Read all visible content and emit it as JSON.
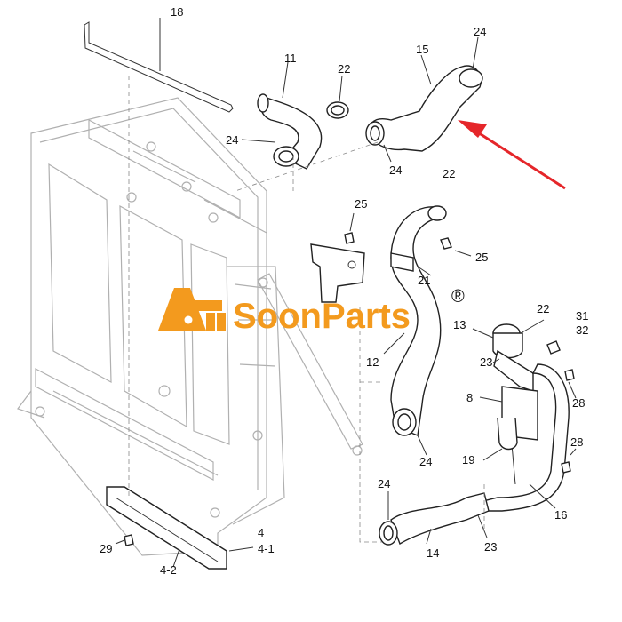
{
  "brand": {
    "name": "SoonParts",
    "registered_mark": "®",
    "accent_color": "#f39a1e"
  },
  "callouts": {
    "p18": "18",
    "p11": "11",
    "p22_top": "22",
    "p24_topright": "24",
    "p15": "15",
    "p24_left_hose11": "24",
    "p24_below_hose15": "24",
    "p22_mid": "22",
    "p25_a": "25",
    "p25_b": "25",
    "p21": "21",
    "p13": "13",
    "p22_cap": "22",
    "p31": "31",
    "p32": "32",
    "p12": "12",
    "p23_mid": "23",
    "p8": "8",
    "p28_a": "28",
    "p19": "19",
    "p24_bottom_hose12": "24",
    "p28_b": "28",
    "p24_left_hose14": "24",
    "p16": "16",
    "p4": "4",
    "p4_1": "4-1",
    "p23_bottom": "23",
    "p29": "29",
    "p14": "14",
    "p4_2": "4-2"
  },
  "highlight_arrow_color": "#e5262a"
}
